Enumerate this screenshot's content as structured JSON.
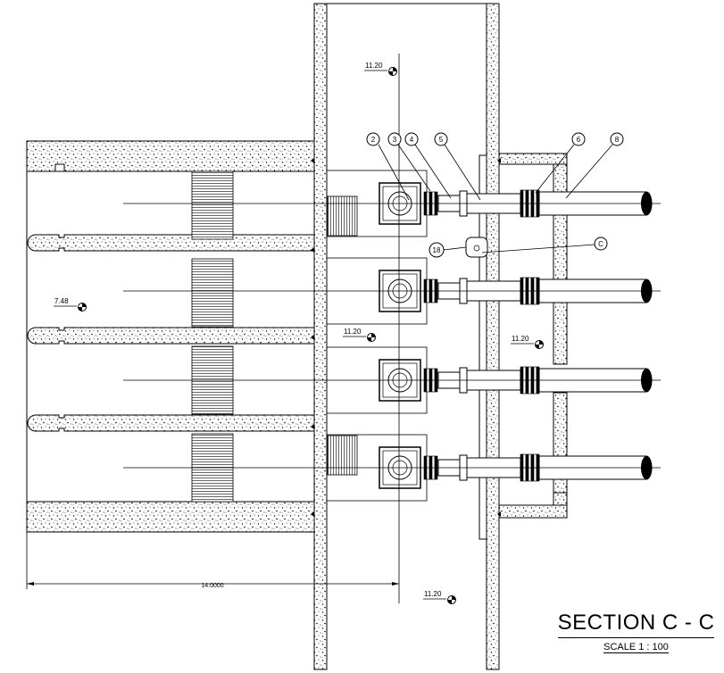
{
  "drawing": {
    "title": "SECTION C - C",
    "scale": "SCALE 1 : 100",
    "dimension": "14.0000",
    "levels": [
      {
        "id": "level-top",
        "value": "11.20"
      },
      {
        "id": "level-left",
        "value": "7.48"
      },
      {
        "id": "level-mid",
        "value": "11.20"
      },
      {
        "id": "level-right",
        "value": "11.20"
      },
      {
        "id": "level-bottom",
        "value": "11.20"
      }
    ],
    "callouts": [
      {
        "id": "2",
        "label": "2"
      },
      {
        "id": "3",
        "label": "3"
      },
      {
        "id": "4",
        "label": "4"
      },
      {
        "id": "5",
        "label": "5"
      },
      {
        "id": "6",
        "label": "6"
      },
      {
        "id": "8",
        "label": "8"
      },
      {
        "id": "18",
        "label": "18"
      },
      {
        "id": "C",
        "label": "C"
      }
    ],
    "pump_count": 4
  },
  "colors": {
    "line": "#000000",
    "hatch": "#000000",
    "background": "#ffffff"
  }
}
